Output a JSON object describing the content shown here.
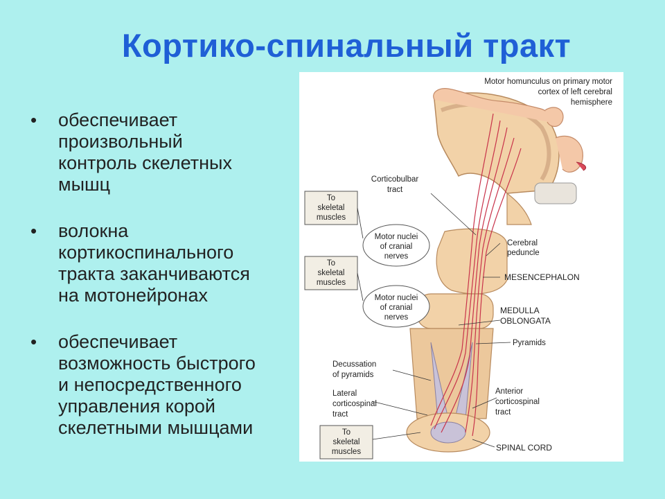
{
  "title": "Кортико-спинальный тракт",
  "bullets": [
    {
      "marker": "•",
      "lines": [
        "обеспечивает",
        "произвольный",
        "контроль скелетных",
        "мышц"
      ]
    },
    {
      "marker": "•",
      "lines": [
        "волокна",
        "кортикоспинального",
        "тракта заканчиваются",
        "на мотонейронах"
      ]
    },
    {
      "marker": "•",
      "lines": [
        "обеспечивает",
        "возможность быстрого",
        "и непосредственного",
        "управления корой",
        "скелетными мышцами"
      ]
    }
  ],
  "figure": {
    "homunculus_label": [
      "Motor homunculus on primary motor",
      "cortex of left cerebral",
      "hemisphere"
    ],
    "corticobulbar": [
      "Corticobulbar",
      "tract"
    ],
    "to_skeletal_1": [
      "To",
      "skeletal",
      "muscles"
    ],
    "to_skeletal_2": [
      "To",
      "skeletal",
      "muscles"
    ],
    "to_skeletal_3": [
      "To",
      "skeletal",
      "muscles"
    ],
    "motor_nuclei_1": [
      "Motor nuclei",
      "of cranial",
      "nerves"
    ],
    "motor_nuclei_2": [
      "Motor nuclei",
      "of cranial",
      "nerves"
    ],
    "cerebral_peduncle": [
      "Cerebral",
      "peduncle"
    ],
    "mesencephalon": "MESENCEPHALON",
    "medulla": [
      "MEDULLA",
      "OBLONGATA"
    ],
    "pyramids": "Pyramids",
    "decussation": [
      "Decussation",
      "of pyramids"
    ],
    "lateral": [
      "Lateral",
      "corticospinal",
      "tract"
    ],
    "anterior": [
      "Anterior",
      "corticospinal",
      "tract"
    ],
    "spinal_cord": "SPINAL CORD"
  },
  "colors": {
    "title": "#1f5fd6",
    "background": "#aef0ee",
    "tissue": "#f2d2a8",
    "tract": "#c8324a"
  }
}
